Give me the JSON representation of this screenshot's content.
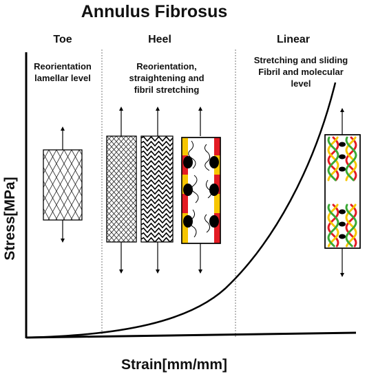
{
  "title": "Annulus Fibrosus",
  "regions": [
    {
      "name": "Toe",
      "description": [
        "Reorientation",
        "lamellar level"
      ]
    },
    {
      "name": "Heel",
      "description": [
        "Reorientation,",
        "straightening and",
        "fibril stretching"
      ]
    },
    {
      "name": "Linear",
      "description": [
        "Stretching and sliding",
        "Fibril and molecular",
        "level"
      ]
    }
  ],
  "axes": {
    "ylabel": "Stress[MPa]",
    "xlabel": "Strain[mm/mm]"
  },
  "colors": {
    "curve": "#000000",
    "red": "#e31b23",
    "yellow": "#f7c600",
    "green": "#3aa935",
    "divider": "#777777"
  },
  "icons": [
    "cross-ply-lattice-icon",
    "crimped-fibers-icon",
    "wavy-fibers-icon",
    "fibril-sliding-icon",
    "helical-molecules-icon"
  ]
}
